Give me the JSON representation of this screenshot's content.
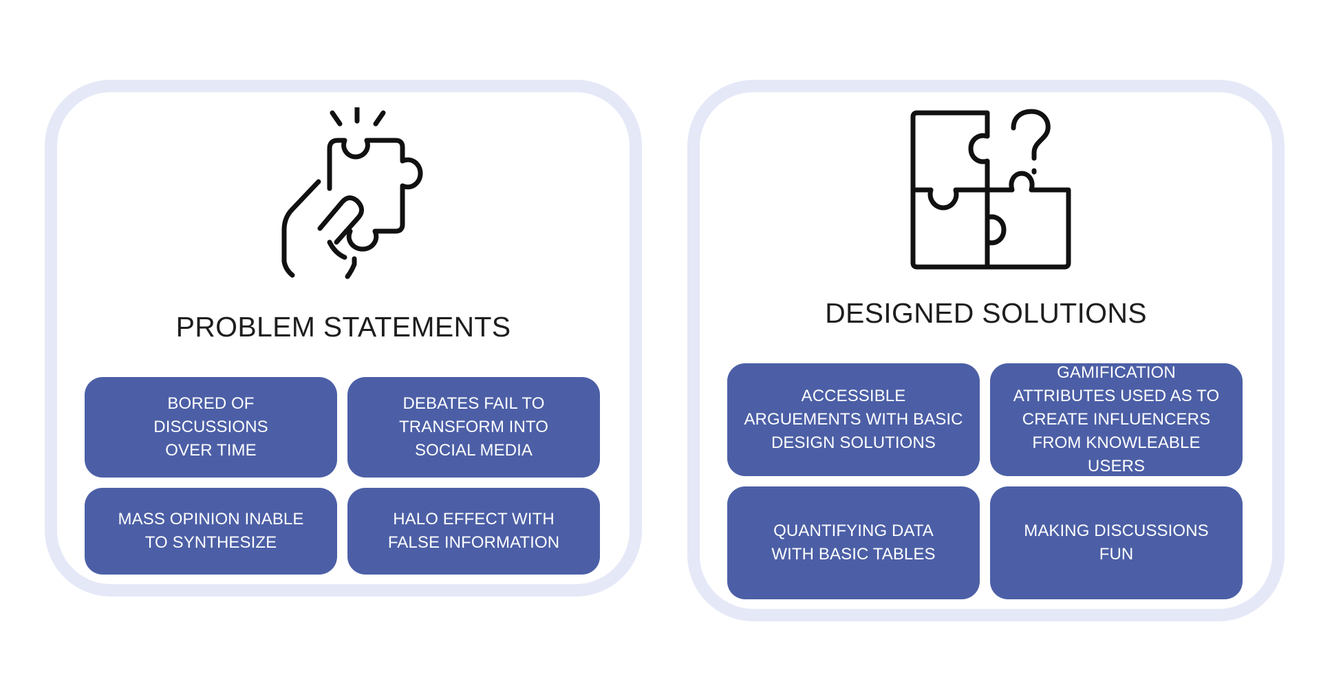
{
  "colors": {
    "panel_border": "#e5e8f7",
    "card_fill": "#4c5fa6",
    "card_text": "#ffffff",
    "title_text": "#1e1e1e"
  },
  "panels": {
    "problems": {
      "icon": "hand-holding-puzzle-piece-icon",
      "title": "PROBLEM STATEMENTS",
      "cards": [
        "BORED OF DISCUSSIONS OVER TIME",
        "DEBATES FAIL TO TRANSFORM INTO SOCIAL MEDIA",
        "MASS OPINION INABLE TO SYNTHESIZE",
        "HALO EFFECT WITH FALSE INFORMATION"
      ]
    },
    "solutions": {
      "icon": "puzzle-missing-piece-question-icon",
      "title": "DESIGNED SOLUTIONS",
      "cards": [
        "ACCESSIBLE ARGUEMENTS WITH BASIC DESIGN SOLUTIONS",
        "GAMIFICATION ATTRIBUTES USED AS TO CREATE INFLUENCERS FROM KNOWLEABLE USERS",
        "QUANTIFYING DATA WITH BASIC TABLES",
        "MAKING DISCUSSIONS FUN"
      ]
    }
  }
}
